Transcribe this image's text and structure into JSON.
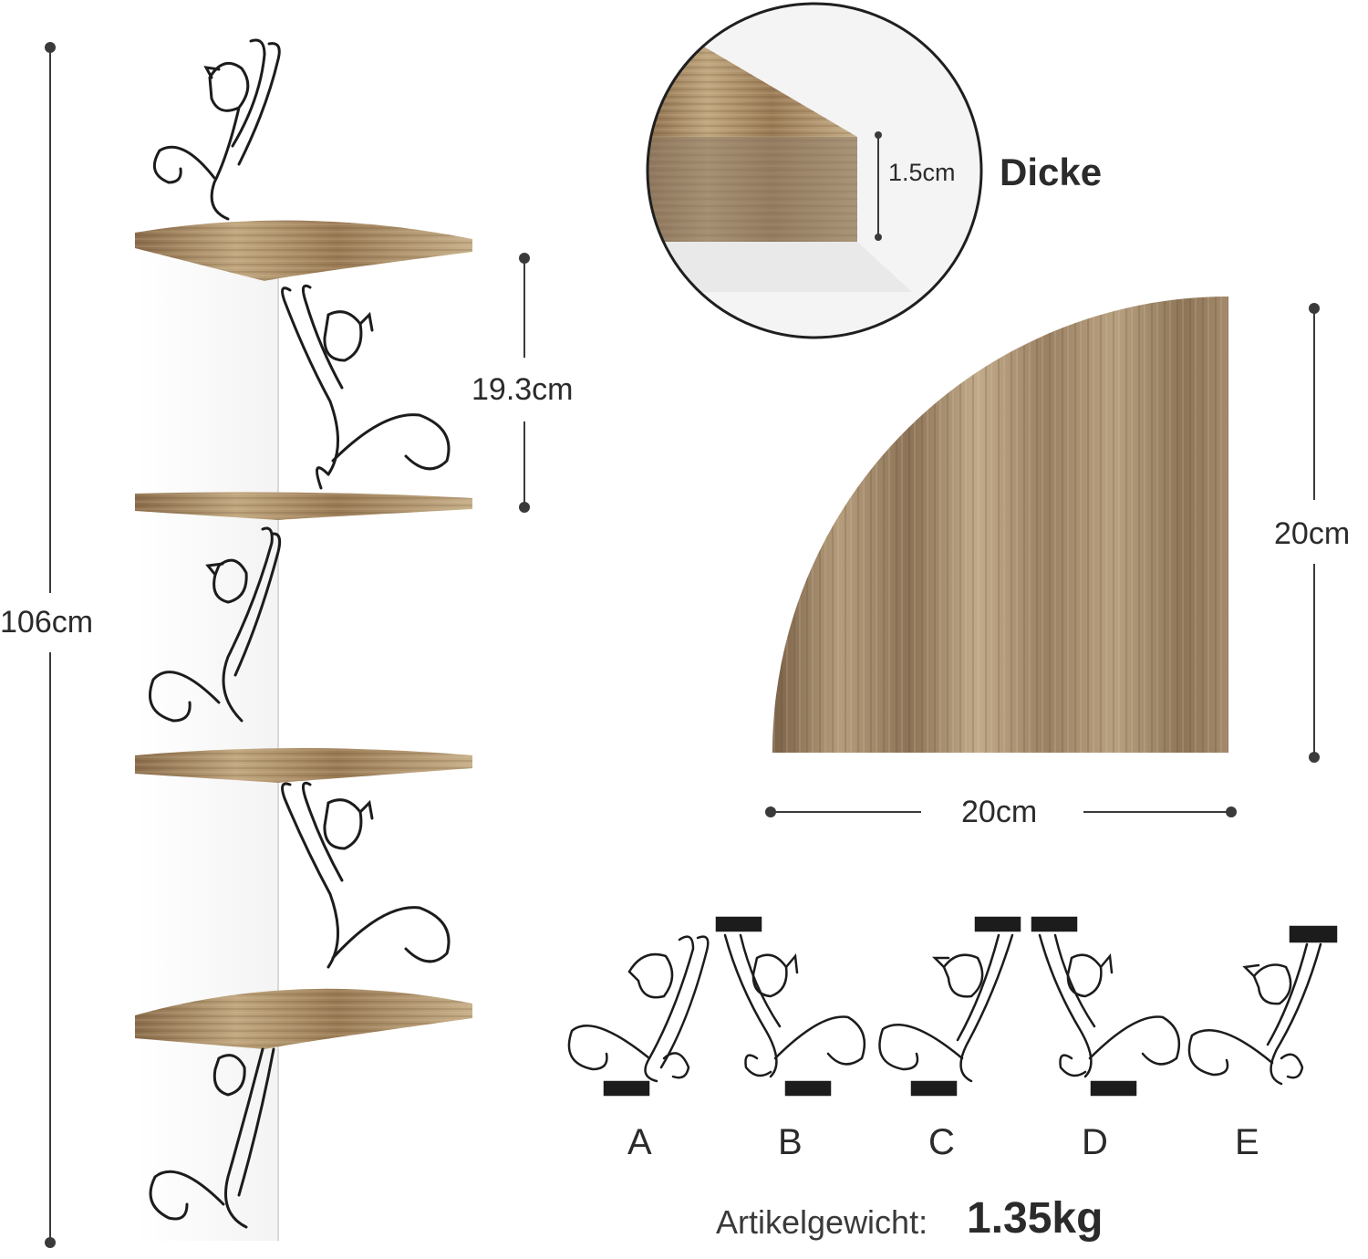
{
  "dimensions": {
    "total_height": "106cm",
    "shelf_spacing": "19.3cm",
    "thickness_value": "1.5cm",
    "thickness_label": "Dicke",
    "shelf_depth": "20cm",
    "shelf_width": "20cm"
  },
  "brackets": {
    "labels": [
      "A",
      "B",
      "C",
      "D",
      "E"
    ]
  },
  "weight": {
    "label": "Artikelgewicht:",
    "value": "1.35kg"
  },
  "colors": {
    "wood_light": "#b39a78",
    "wood_dark": "#6e5437",
    "metal": "#1c1c1c",
    "dimension_line": "#3a3a3a"
  }
}
